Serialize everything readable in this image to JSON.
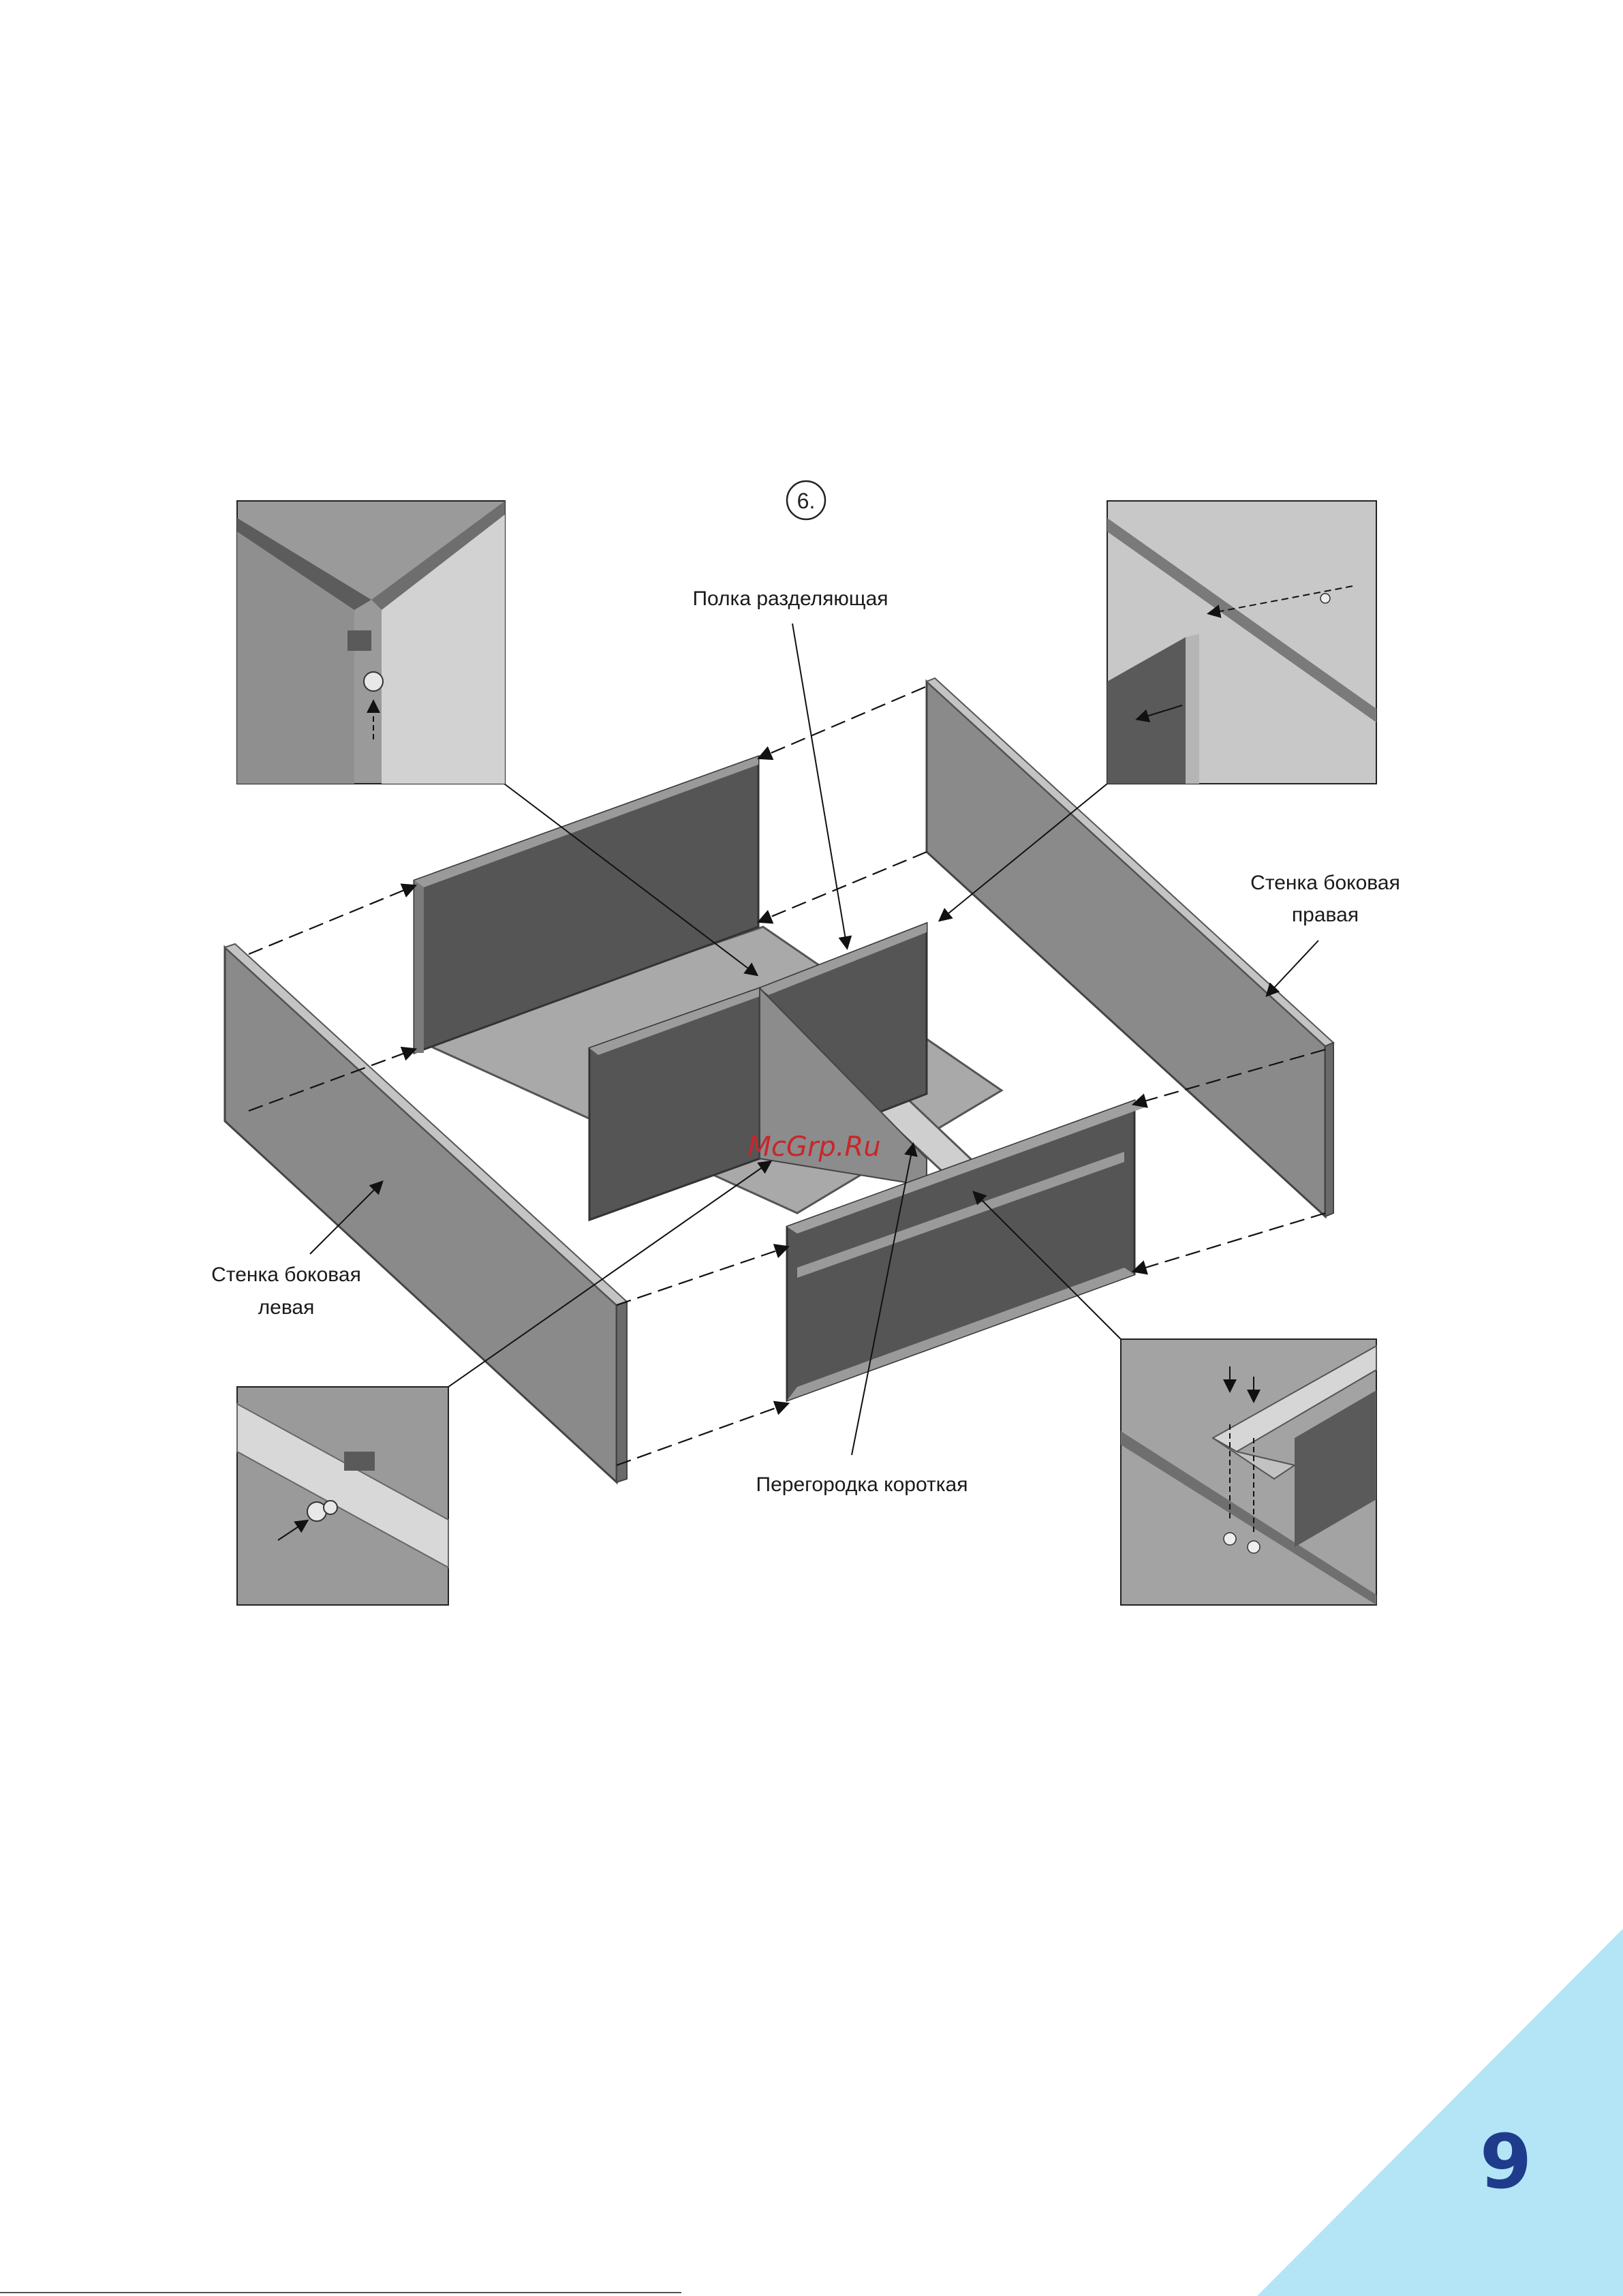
{
  "step": {
    "number": "6."
  },
  "labels": {
    "shelf": "Полка разделяющая",
    "right_wall_line1": "Стенка боковая",
    "right_wall_line2": "правая",
    "left_wall_line1": "Стенка боковая",
    "left_wall_line2": "левая",
    "partition": "Перегородка короткая"
  },
  "watermark": "McGrp.Ru",
  "page_number": "9",
  "colors": {
    "panel_dark": "#555555",
    "panel_mid": "#8a8a8a",
    "panel_light": "#b8b8b8",
    "corner_triangle": "#b3e5f7",
    "page_number": "#1f3c8c",
    "watermark": "#c8262b"
  }
}
